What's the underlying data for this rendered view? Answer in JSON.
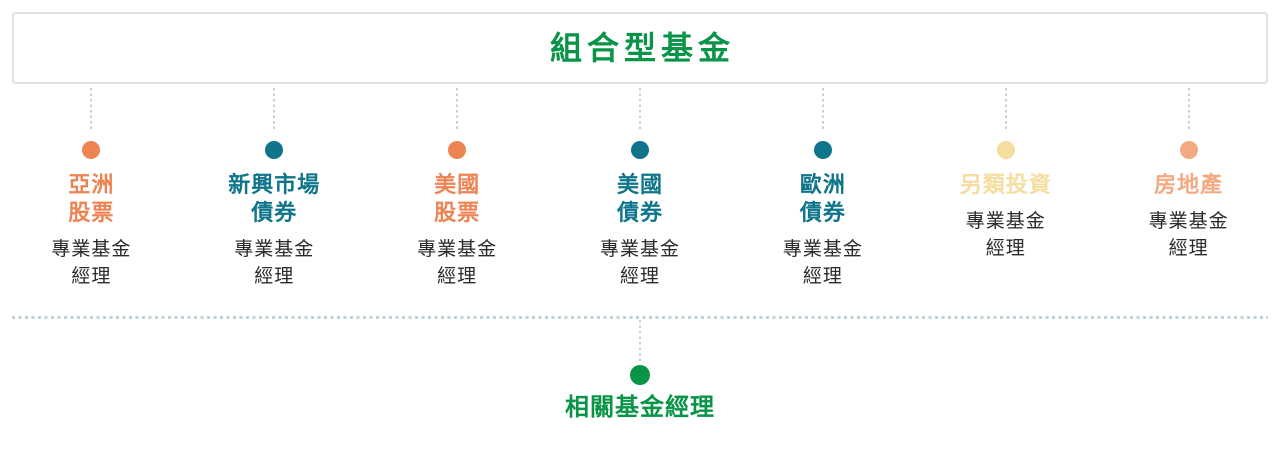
{
  "header": {
    "title": "組合型基金"
  },
  "colors": {
    "green": "#0a9447",
    "teal": "#0e758b",
    "orange": "#ee8354",
    "cream": "#f6dda0",
    "salmon": "#f3aa82",
    "connector": "#c3d2d8",
    "box_border": "#e2e2e2",
    "text_dark": "#2b2b2b"
  },
  "columns": [
    {
      "name_lines": [
        "亞洲",
        "股票"
      ],
      "color": "#ee8354",
      "role_lines": [
        "專業基金",
        "經理"
      ]
    },
    {
      "name_lines": [
        "新興市場",
        "債券"
      ],
      "color": "#0e758b",
      "role_lines": [
        "專業基金",
        "經理"
      ]
    },
    {
      "name_lines": [
        "美國",
        "股票"
      ],
      "color": "#ee8354",
      "role_lines": [
        "專業基金",
        "經理"
      ]
    },
    {
      "name_lines": [
        "美國",
        "債券"
      ],
      "color": "#0e758b",
      "role_lines": [
        "專業基金",
        "經理"
      ]
    },
    {
      "name_lines": [
        "歐洲",
        "債券"
      ],
      "color": "#0e758b",
      "role_lines": [
        "專業基金",
        "經理"
      ]
    },
    {
      "name_lines": [
        "另類投資"
      ],
      "color": "#f6dda0",
      "role_lines": [
        "專業基金",
        "經理"
      ]
    },
    {
      "name_lines": [
        "房地產"
      ],
      "color": "#f3aa82",
      "role_lines": [
        "專業基金",
        "經理"
      ]
    }
  ],
  "footer": {
    "label": "相關基金經理",
    "dot_color": "#0a9447"
  }
}
